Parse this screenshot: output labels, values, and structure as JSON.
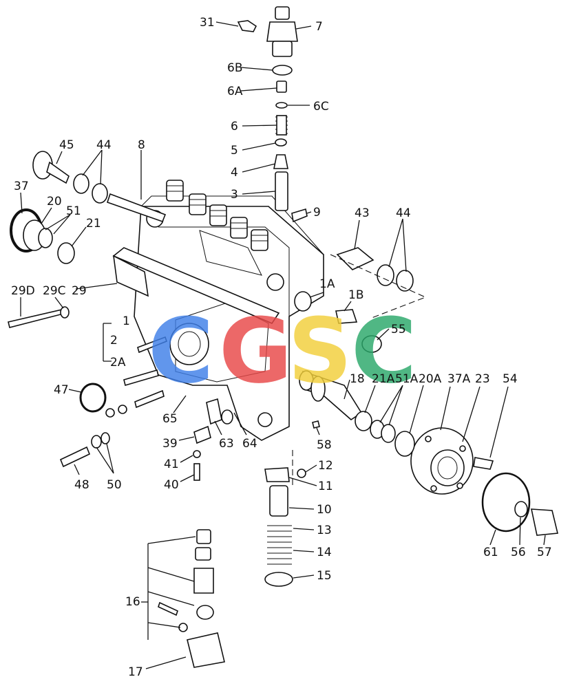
{
  "watermark": {
    "letters": [
      "C",
      "G",
      "S",
      "C"
    ],
    "colors": [
      "#3f7fe8",
      "#e84848",
      "#f2cf3a",
      "#2aa86a"
    ]
  },
  "callouts": [
    {
      "id": "31",
      "text": "31"
    },
    {
      "id": "7",
      "text": "7"
    },
    {
      "id": "6b",
      "text": "6B"
    },
    {
      "id": "6a",
      "text": "6A"
    },
    {
      "id": "6c",
      "text": "6C"
    },
    {
      "id": "6",
      "text": "6"
    },
    {
      "id": "5",
      "text": "5"
    },
    {
      "id": "4",
      "text": "4"
    },
    {
      "id": "3",
      "text": "3"
    },
    {
      "id": "9",
      "text": "9"
    },
    {
      "id": "45",
      "text": "45"
    },
    {
      "id": "44a",
      "text": "44"
    },
    {
      "id": "8",
      "text": "8"
    },
    {
      "id": "37",
      "text": "37"
    },
    {
      "id": "20",
      "text": "20"
    },
    {
      "id": "51",
      "text": "51"
    },
    {
      "id": "21",
      "text": "21"
    },
    {
      "id": "43",
      "text": "43"
    },
    {
      "id": "44b",
      "text": "44"
    },
    {
      "id": "29d",
      "text": "29D"
    },
    {
      "id": "29c",
      "text": "29C"
    },
    {
      "id": "29",
      "text": "29"
    },
    {
      "id": "1a",
      "text": "1A"
    },
    {
      "id": "1b",
      "text": "1B"
    },
    {
      "id": "1",
      "text": "1"
    },
    {
      "id": "2",
      "text": "2"
    },
    {
      "id": "2a",
      "text": "2A"
    },
    {
      "id": "55",
      "text": "55"
    },
    {
      "id": "47",
      "text": "47"
    },
    {
      "id": "18",
      "text": "18"
    },
    {
      "id": "21a",
      "text": "21A"
    },
    {
      "id": "51a",
      "text": "51A"
    },
    {
      "id": "20a",
      "text": "20A"
    },
    {
      "id": "37a",
      "text": "37A"
    },
    {
      "id": "23",
      "text": "23"
    },
    {
      "id": "54",
      "text": "54"
    },
    {
      "id": "65",
      "text": "65"
    },
    {
      "id": "39",
      "text": "39"
    },
    {
      "id": "63",
      "text": "63"
    },
    {
      "id": "64",
      "text": "64"
    },
    {
      "id": "58",
      "text": "58"
    },
    {
      "id": "41",
      "text": "41"
    },
    {
      "id": "40",
      "text": "40"
    },
    {
      "id": "48",
      "text": "48"
    },
    {
      "id": "50",
      "text": "50"
    },
    {
      "id": "12",
      "text": "12"
    },
    {
      "id": "11",
      "text": "11"
    },
    {
      "id": "10",
      "text": "10"
    },
    {
      "id": "13",
      "text": "13"
    },
    {
      "id": "14",
      "text": "14"
    },
    {
      "id": "15",
      "text": "15"
    },
    {
      "id": "61",
      "text": "61"
    },
    {
      "id": "56",
      "text": "56"
    },
    {
      "id": "57",
      "text": "57"
    },
    {
      "id": "16",
      "text": "16"
    },
    {
      "id": "17",
      "text": "17"
    }
  ]
}
